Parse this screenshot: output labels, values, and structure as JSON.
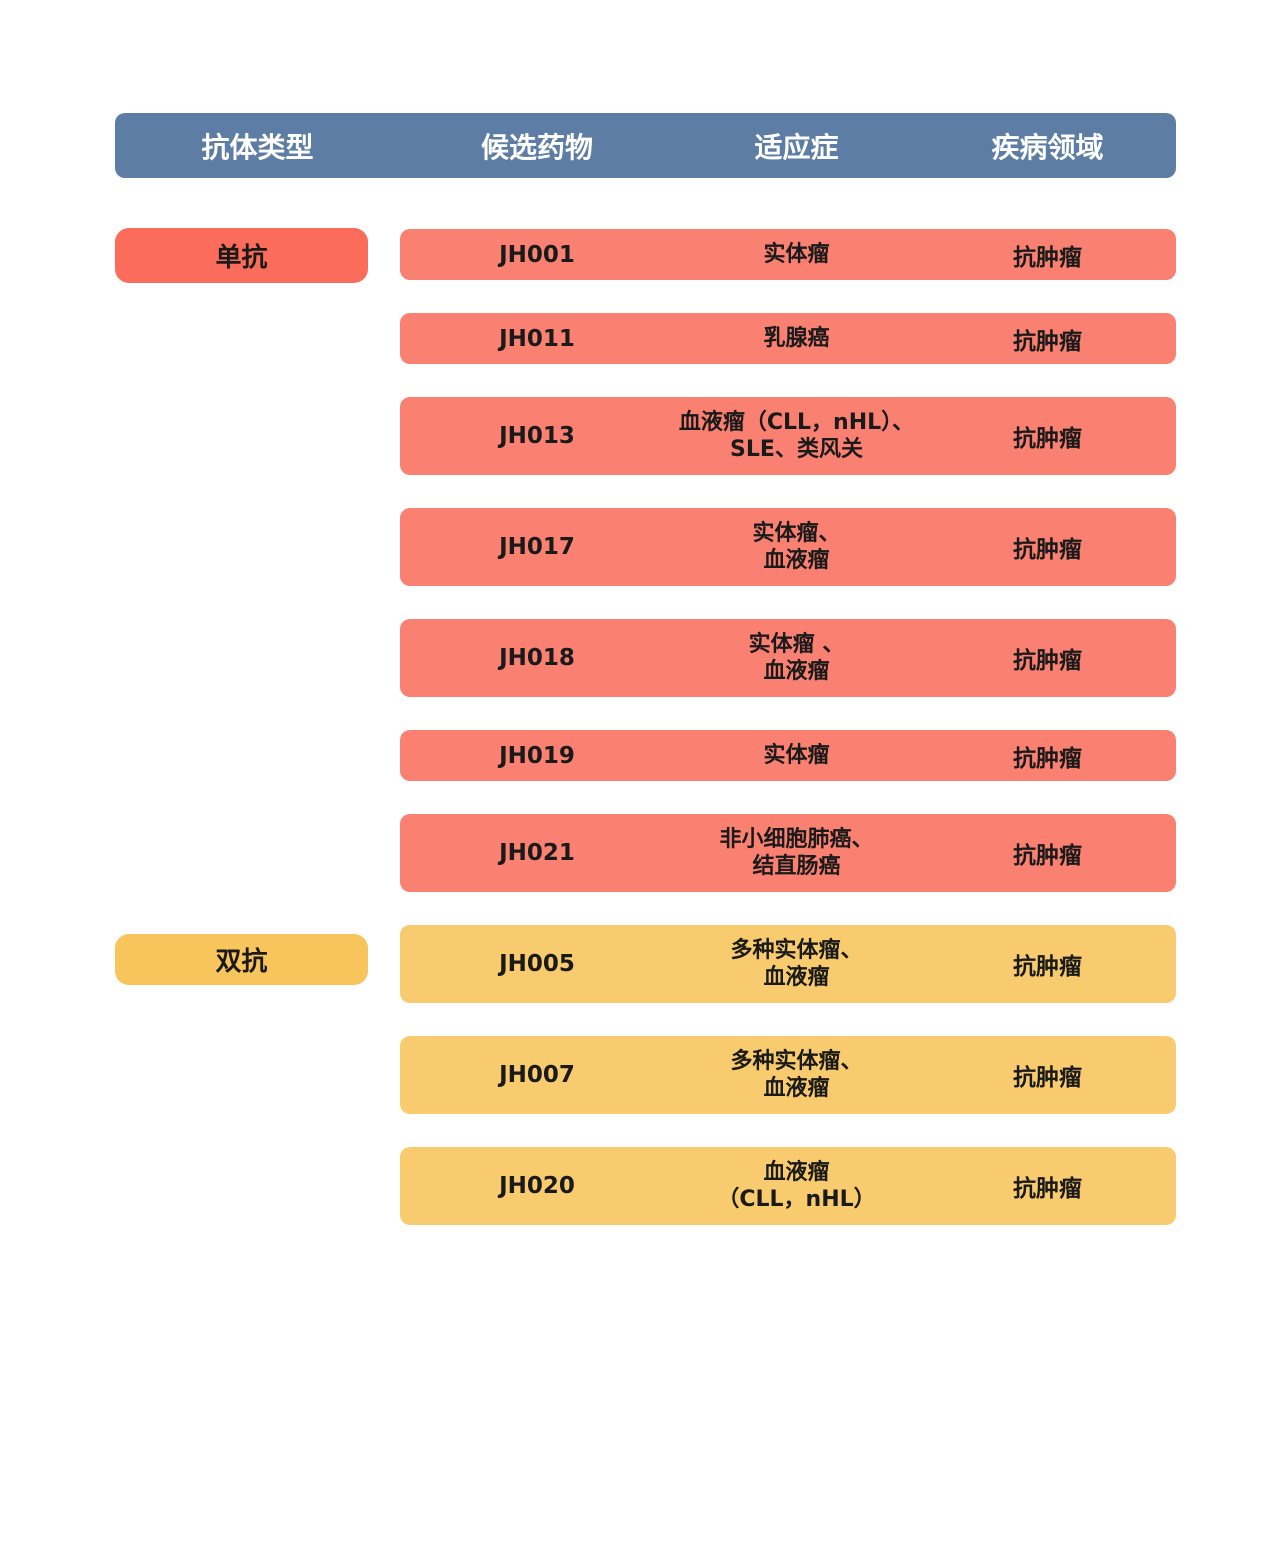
{
  "header": {
    "columns": [
      "抗体类型",
      "候选药物",
      "适应症",
      "疾病领域"
    ]
  },
  "groups": {
    "mono": {
      "label": "单抗",
      "badge_color": "#FB6C5B",
      "row_color": "#FA8172"
    },
    "bi": {
      "label": "双抗",
      "badge_color": "#F8C45C",
      "row_color": "#F8CC6E"
    }
  },
  "rows": [
    {
      "group": "mono",
      "drug": "JH001",
      "indication": [
        "实体瘤"
      ],
      "area": "抗肿瘤"
    },
    {
      "group": "mono",
      "drug": "JH011",
      "indication": [
        "乳腺癌"
      ],
      "area": "抗肿瘤"
    },
    {
      "group": "mono",
      "drug": "JH013",
      "indication": [
        "血液瘤（CLL，nHL）、",
        "SLE、类风关"
      ],
      "area": "抗肿瘤"
    },
    {
      "group": "mono",
      "drug": "JH017",
      "indication": [
        "实体瘤、",
        "血液瘤"
      ],
      "area": "抗肿瘤"
    },
    {
      "group": "mono",
      "drug": "JH018",
      "indication": [
        "实体瘤 、",
        "血液瘤"
      ],
      "area": "抗肿瘤"
    },
    {
      "group": "mono",
      "drug": "JH019",
      "indication": [
        "实体瘤"
      ],
      "area": "抗肿瘤"
    },
    {
      "group": "mono",
      "drug": "JH021",
      "indication": [
        "非小细胞肺癌、",
        "结直肠癌"
      ],
      "area": "抗肿瘤"
    },
    {
      "group": "bi",
      "drug": "JH005",
      "indication": [
        "多种实体瘤、",
        "血液瘤"
      ],
      "area": "抗肿瘤"
    },
    {
      "group": "bi",
      "drug": "JH007",
      "indication": [
        "多种实体瘤、",
        "血液瘤"
      ],
      "area": "抗肿瘤"
    },
    {
      "group": "bi",
      "drug": "JH020",
      "indication": [
        "血液瘤",
        "（CLL，nHL）"
      ],
      "area": "抗肿瘤"
    }
  ],
  "colors": {
    "header_bg": "#5E7DA4",
    "header_text": "#FFFFFF",
    "row_text": "#1A1A1A"
  }
}
